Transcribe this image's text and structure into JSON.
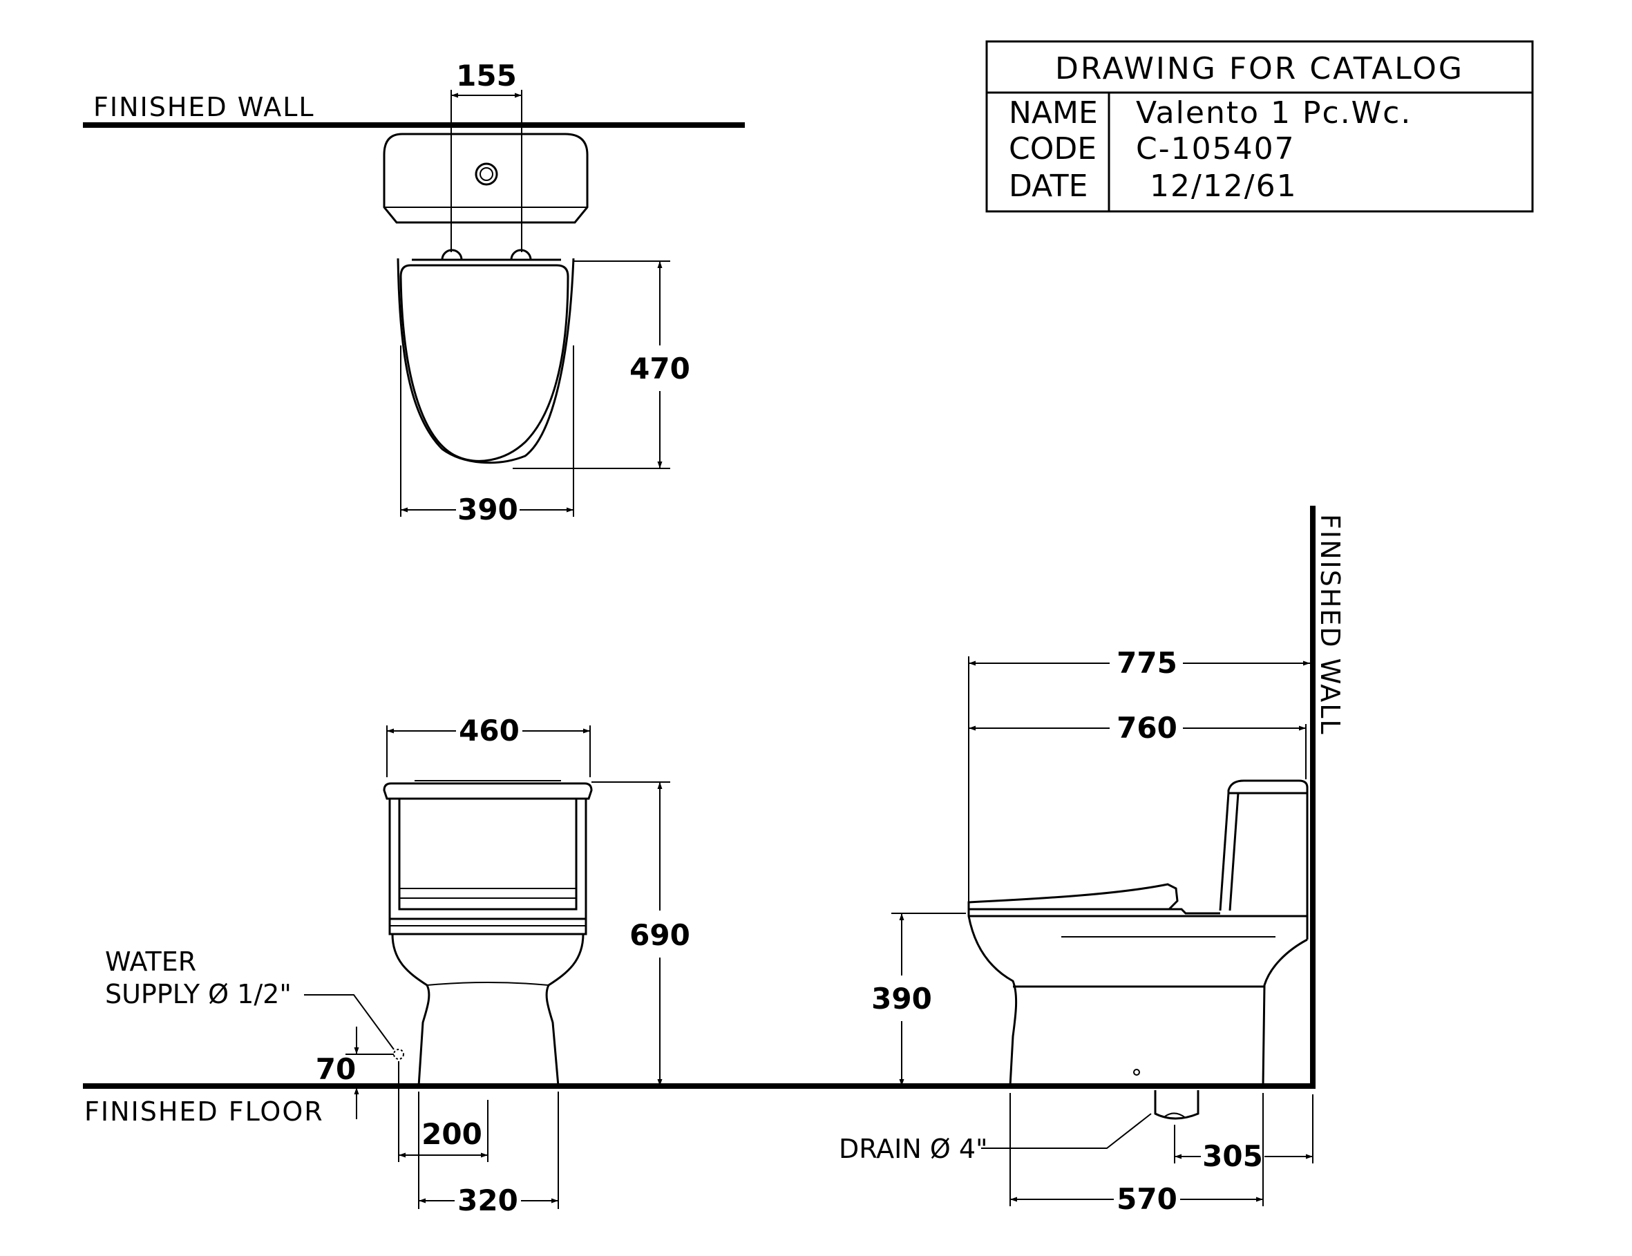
{
  "title_block": {
    "heading": "DRAWING FOR CATALOG",
    "rows": [
      {
        "label": "NAME",
        "value": "Valento 1 Pc.Wc."
      },
      {
        "label": "CODE",
        "value": "C-105407"
      },
      {
        "label": "DATE",
        "value": "12/12/61"
      }
    ]
  },
  "top_view": {
    "wall_label": "FINISHED WALL",
    "dims": {
      "hinge_spacing": "155",
      "seat_depth": "470",
      "seat_width": "390"
    }
  },
  "front_view": {
    "dims": {
      "tank_width": "460",
      "overall_height": "690",
      "supply_height": "70",
      "supply_offset": "200",
      "base_width": "320"
    },
    "water_supply_line1": "WATER",
    "water_supply_line2": "SUPPLY Ø 1/2\"",
    "floor_label": "FINISHED FLOOR"
  },
  "side_view": {
    "wall_label": "FINISHED WALL",
    "dims": {
      "overall_length": "775",
      "seat_length": "760",
      "seat_height": "390",
      "base_length": "570",
      "drain_offset": "305"
    },
    "drain_label": "DRAIN Ø 4\""
  }
}
